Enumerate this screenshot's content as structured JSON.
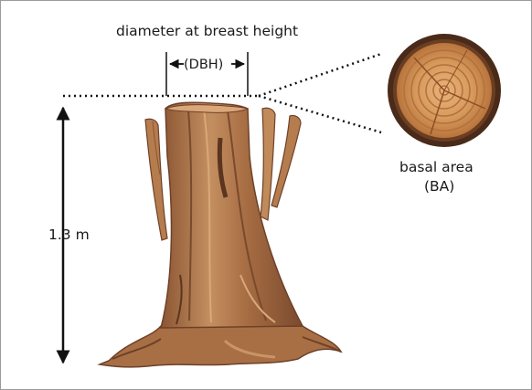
{
  "labels": {
    "title": "diameter at breast height",
    "dbh": "(DBH)",
    "height": "1.3 m",
    "basal_area_line1": "basal area",
    "basal_area_line2": "(BA)"
  },
  "colors": {
    "line": "#111111",
    "stump_dark": "#7a4a2e",
    "stump_mid": "#a86f45",
    "stump_light": "#c99466",
    "ring_bark": "#4a2a19",
    "ring_wood": "#c98848"
  }
}
